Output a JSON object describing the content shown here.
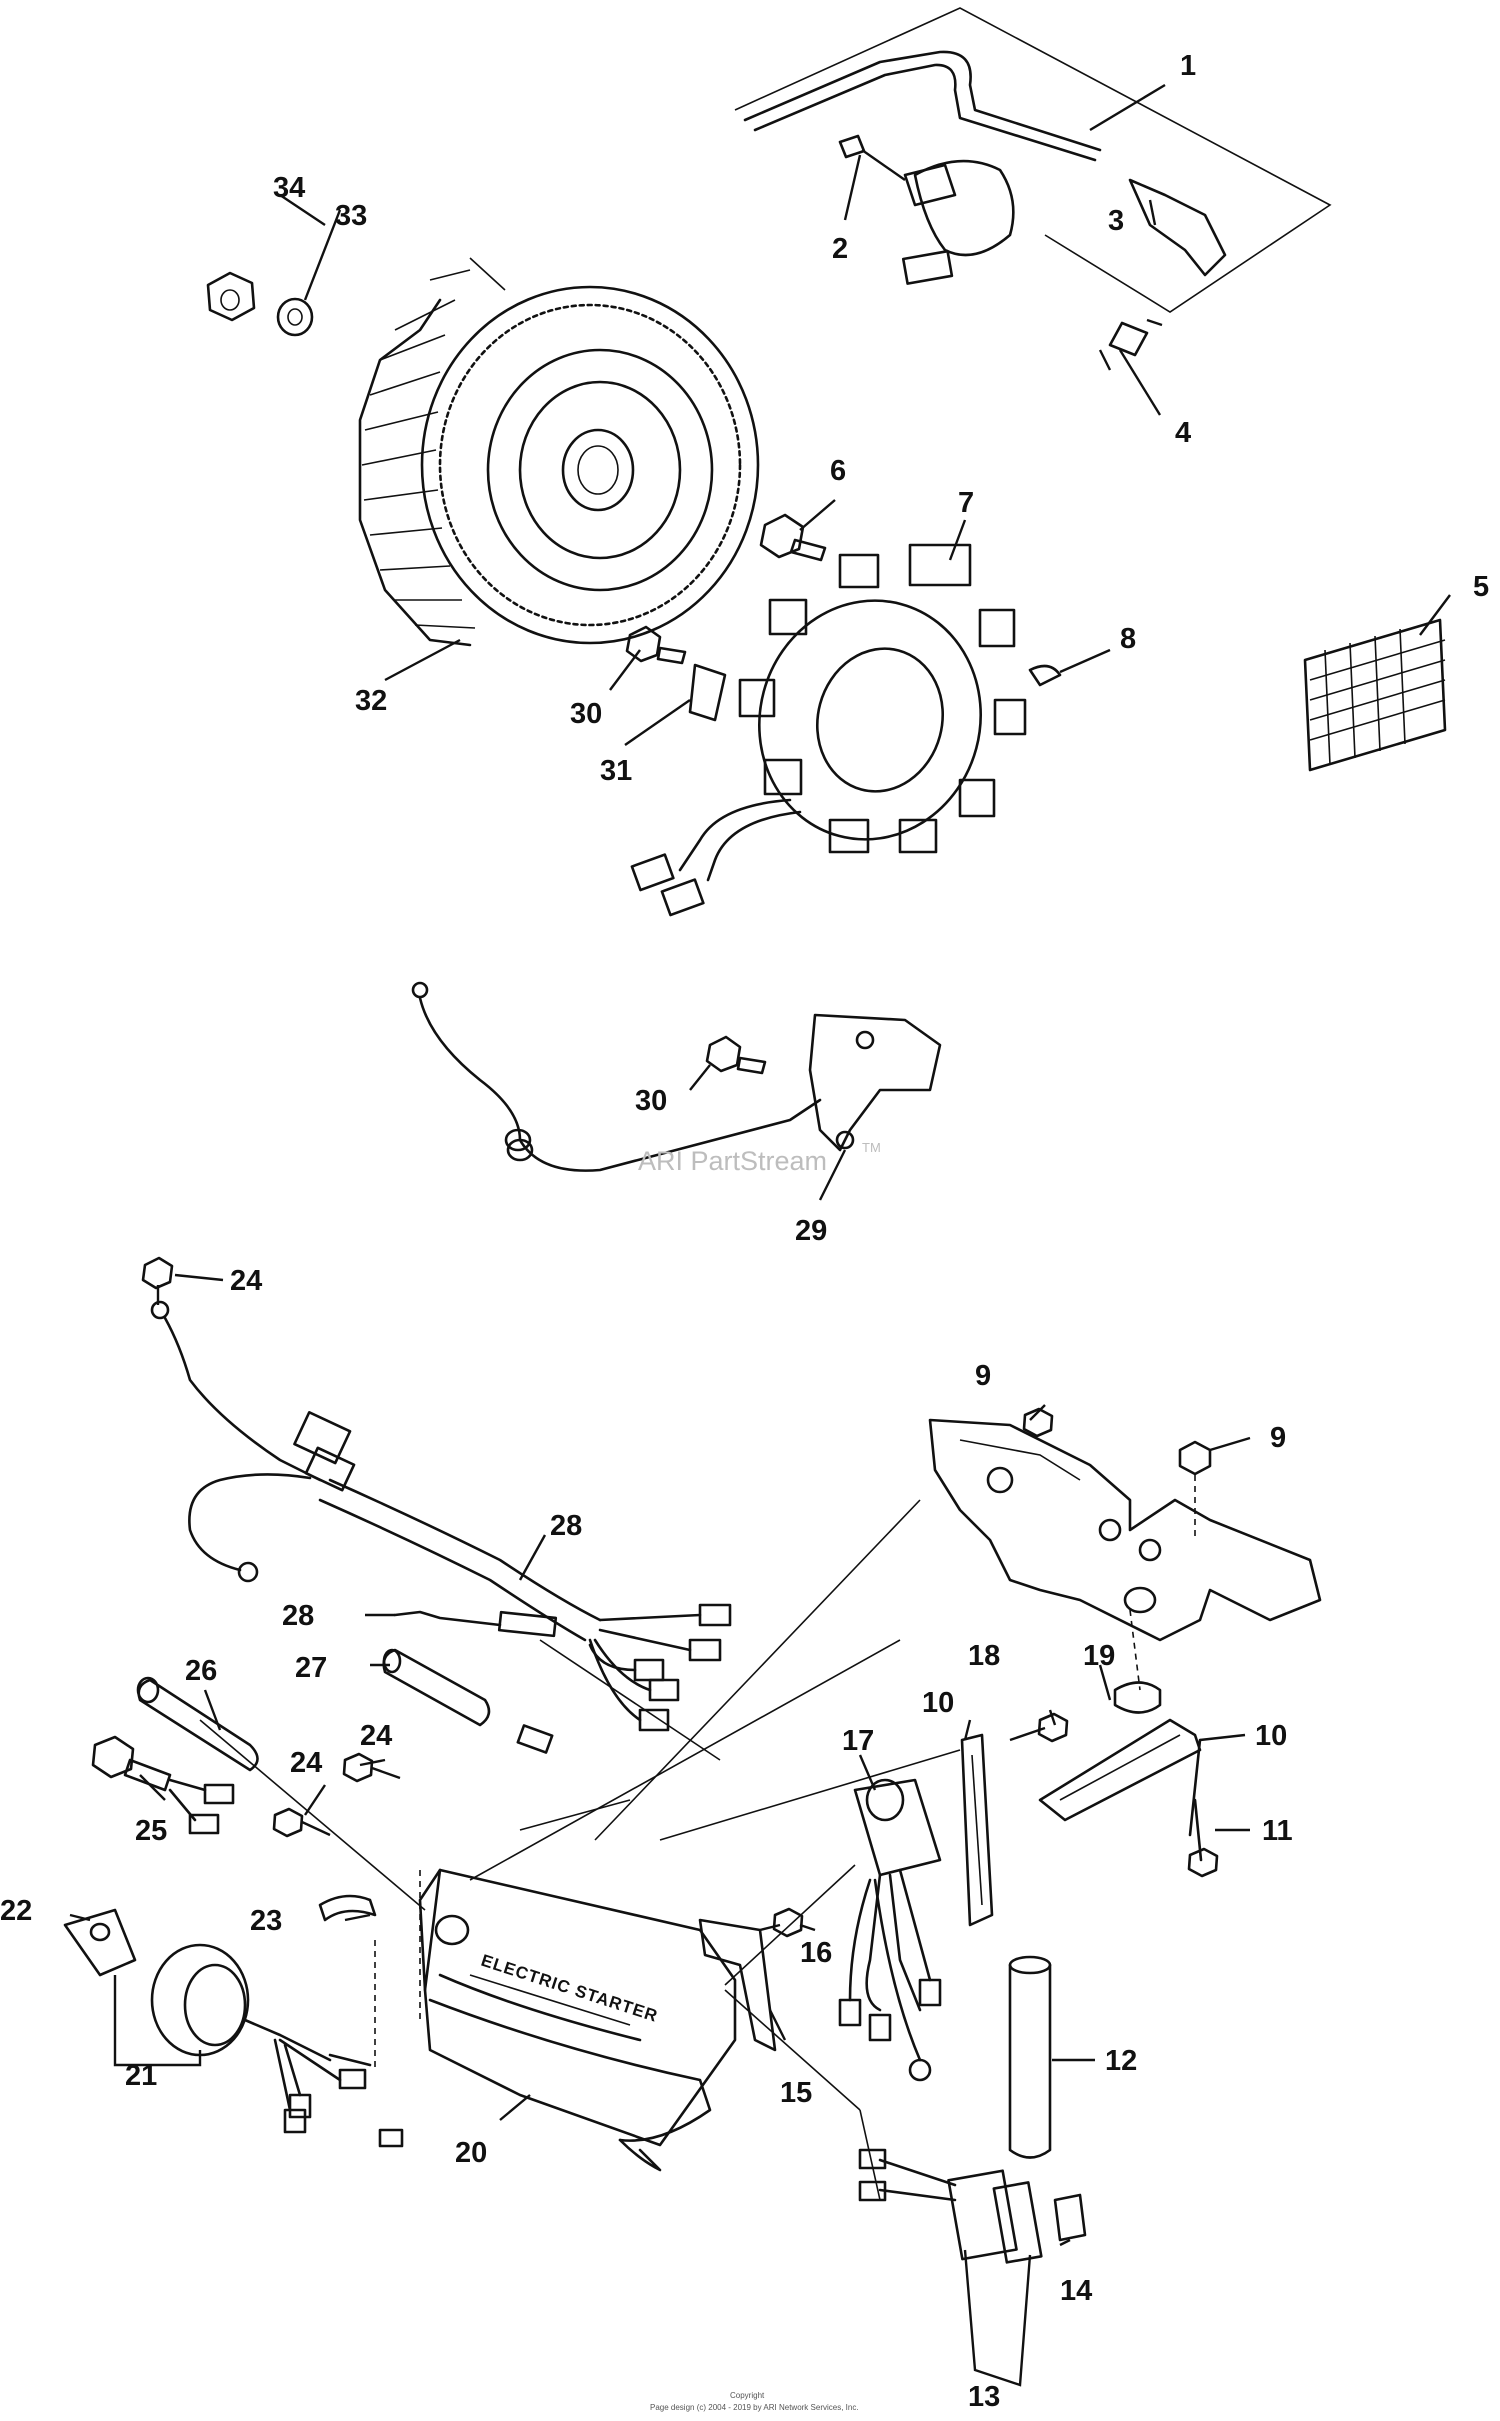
{
  "watermark": {
    "text": "ARI PartStream",
    "tm": "TM"
  },
  "cover_stamp": "ELECTRIC STARTER",
  "footer": {
    "line1": "Copyright",
    "line2": "Page design (c) 2004 - 2019 by ARI Network Services, Inc."
  },
  "callouts": {
    "c1": "1",
    "c2": "2",
    "c3": "3",
    "c4": "4",
    "c5": "5",
    "c6": "6",
    "c7": "7",
    "c8": "8",
    "c9a": "9",
    "c9b": "9",
    "c10a": "10",
    "c10b": "10",
    "c11": "11",
    "c12": "12",
    "c13": "13",
    "c14": "14",
    "c15": "15",
    "c16": "16",
    "c17": "17",
    "c18": "18",
    "c19": "19",
    "c20": "20",
    "c21": "21",
    "c22": "22",
    "c23": "23",
    "c24a": "24",
    "c24b": "24",
    "c24c": "24",
    "c25": "25",
    "c26": "26",
    "c27": "27",
    "c28a": "28",
    "c28b": "28",
    "c29": "29",
    "c30a": "30",
    "c30b": "30",
    "c31": "31",
    "c32": "32",
    "c33": "33",
    "c34": "34"
  }
}
